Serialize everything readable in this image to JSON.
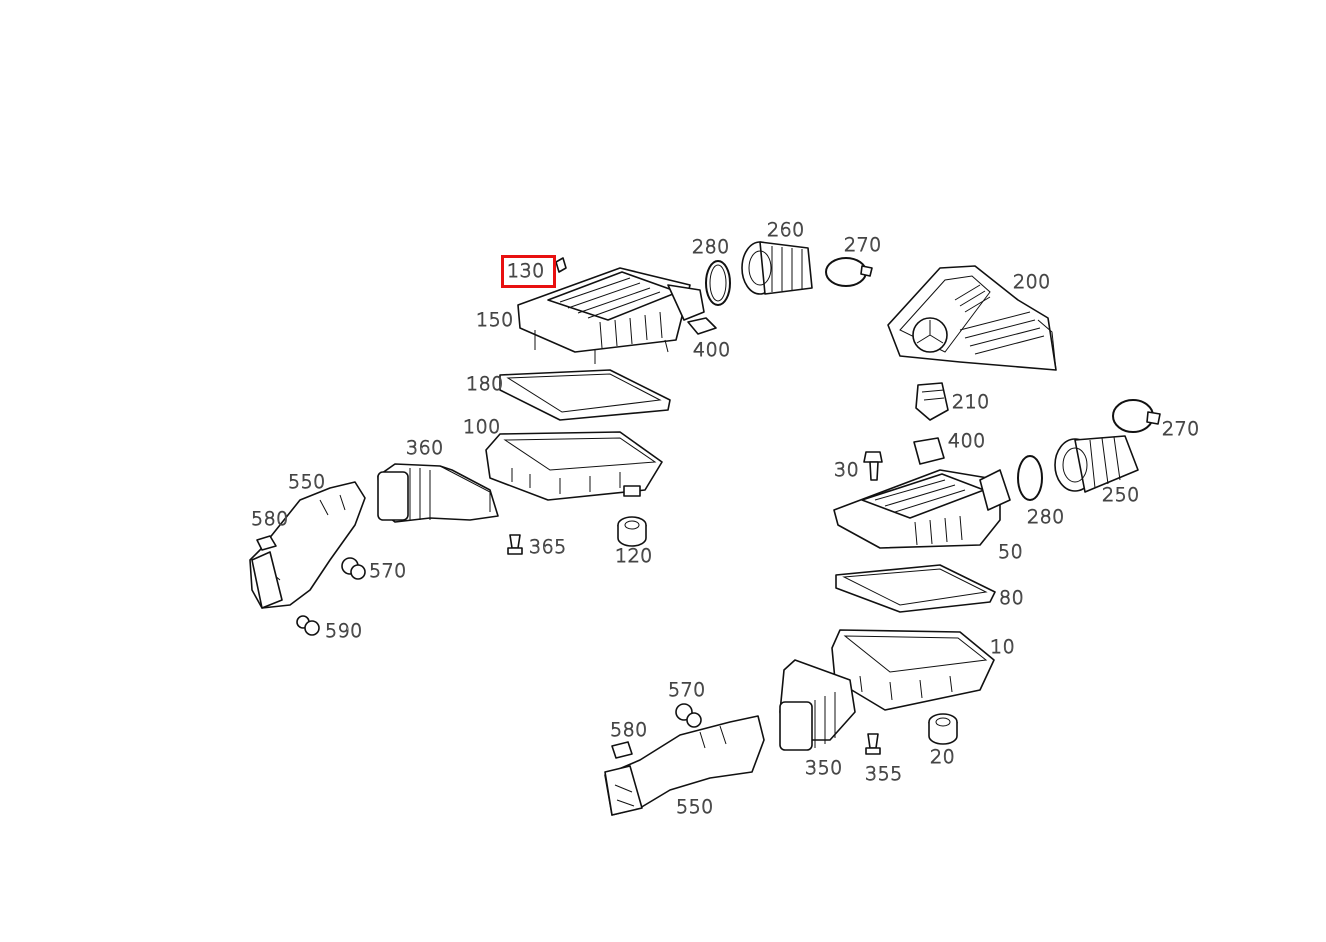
{
  "highlight_color": "#e81010",
  "line_color": "#111111",
  "labels": {
    "l130": "130",
    "l150a": "150",
    "l180": "180",
    "l100": "100",
    "l280a": "280",
    "l260": "260",
    "l270a": "270",
    "l400a": "400",
    "l200": "200",
    "l210": "210",
    "l360": "360",
    "l550a": "550",
    "l580a": "580",
    "l570a": "570",
    "l590": "590",
    "l365": "365",
    "l120": "120",
    "l400b": "400",
    "l30": "30",
    "l270b": "270",
    "l250": "250",
    "l280b": "280",
    "l50": "50",
    "l80": "80",
    "l10": "10",
    "l570b": "570",
    "l580b": "580",
    "l550b": "550",
    "l350": "350",
    "l355": "355",
    "l20": "20"
  },
  "highlighted_label": "130"
}
